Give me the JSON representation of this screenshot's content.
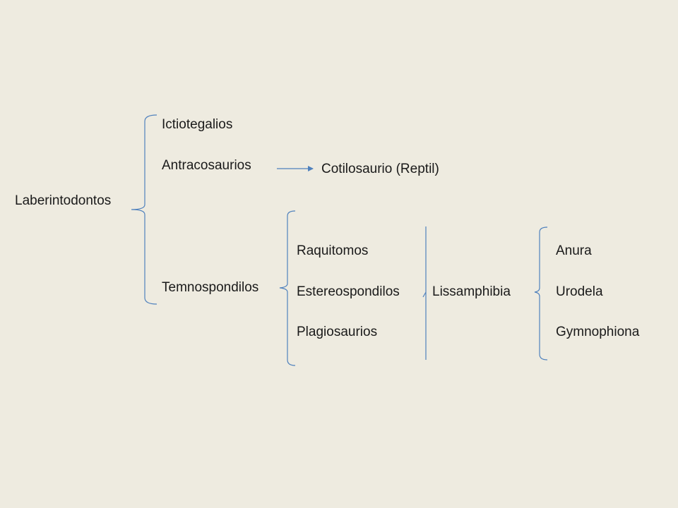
{
  "diagram": {
    "root": "Laberintodontos",
    "level1": {
      "ictiotegalios": "Ictiotegalios",
      "antracosaurios": "Antracosaurios",
      "temnospondilos": "Temnospondilos"
    },
    "antracosaurios_descendant": "Cotilosaurio (Reptil)",
    "temnospondilos_children": {
      "raquitomos": "Raquitomos",
      "estereospondilos": "Estereospondilos",
      "plagiosaurios": "Plagiosaurios"
    },
    "lissamphibia": "Lissamphibia",
    "lissamphibia_children": {
      "anura": "Anura",
      "urodela": "Urodela",
      "gymnophiona": "Gymnophiona"
    },
    "connector_color": "#4f81bd"
  }
}
